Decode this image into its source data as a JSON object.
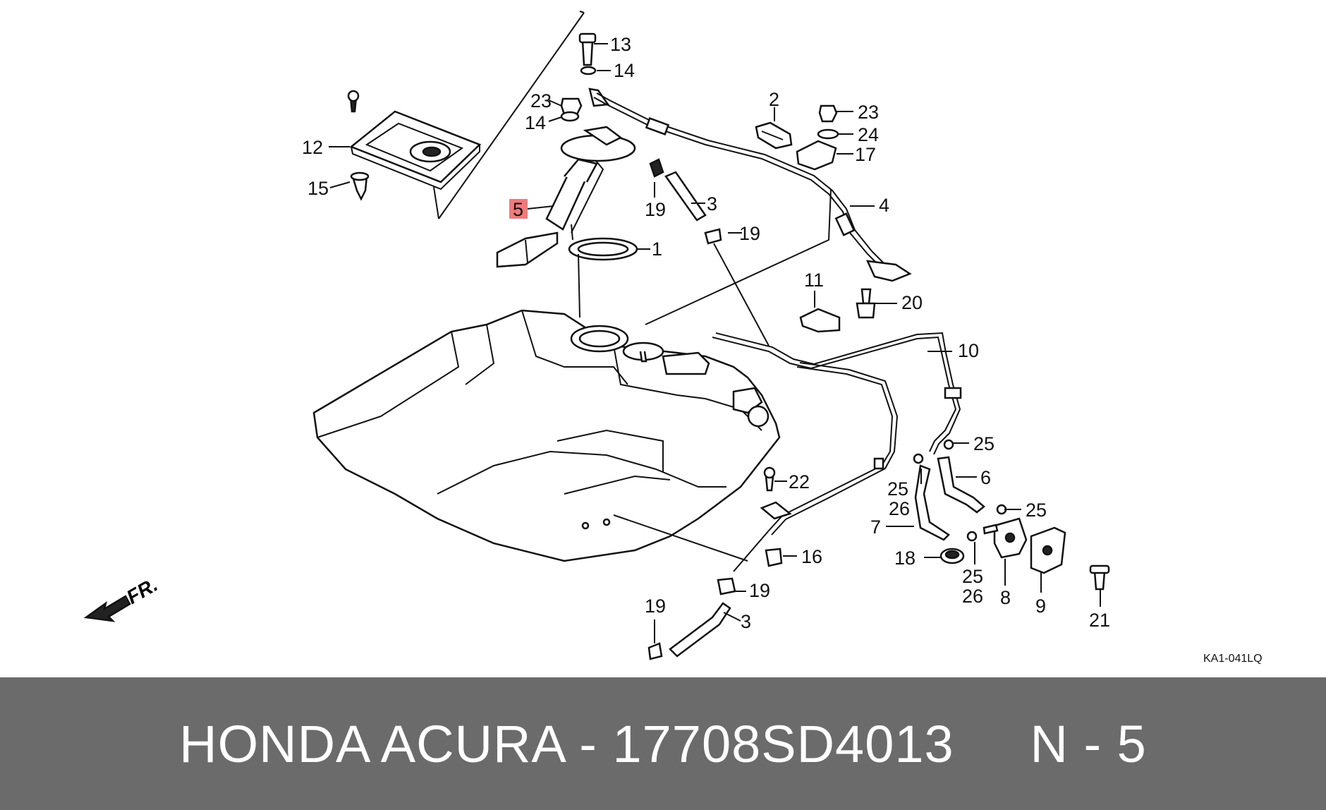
{
  "diagram": {
    "callouts": [
      {
        "id": "c13",
        "text": "13"
      },
      {
        "id": "c14a",
        "text": "14"
      },
      {
        "id": "c23a",
        "text": "23"
      },
      {
        "id": "c14b",
        "text": "14"
      },
      {
        "id": "c2",
        "text": "2"
      },
      {
        "id": "c23b",
        "text": "23"
      },
      {
        "id": "c24",
        "text": "24"
      },
      {
        "id": "c17",
        "text": "17"
      },
      {
        "id": "c12",
        "text": "12"
      },
      {
        "id": "c15",
        "text": "15"
      },
      {
        "id": "c5",
        "text": "5",
        "highlight": true
      },
      {
        "id": "c19a",
        "text": "19"
      },
      {
        "id": "c3a",
        "text": "3"
      },
      {
        "id": "c4",
        "text": "4"
      },
      {
        "id": "c19b",
        "text": "19"
      },
      {
        "id": "c1",
        "text": "1"
      },
      {
        "id": "c11",
        "text": "11"
      },
      {
        "id": "c20",
        "text": "20"
      },
      {
        "id": "c10",
        "text": "10"
      },
      {
        "id": "c25a",
        "text": "25"
      },
      {
        "id": "c6",
        "text": "6"
      },
      {
        "id": "c22",
        "text": "22"
      },
      {
        "id": "c25b",
        "text": "25"
      },
      {
        "id": "c26a",
        "text": "26"
      },
      {
        "id": "c25c",
        "text": "25"
      },
      {
        "id": "c7",
        "text": "7"
      },
      {
        "id": "c16",
        "text": "16"
      },
      {
        "id": "c18",
        "text": "18"
      },
      {
        "id": "c25d",
        "text": "25"
      },
      {
        "id": "c26b",
        "text": "26"
      },
      {
        "id": "c8",
        "text": "8"
      },
      {
        "id": "c9",
        "text": "9"
      },
      {
        "id": "c21",
        "text": "21"
      },
      {
        "id": "c19c",
        "text": "19"
      },
      {
        "id": "c19d",
        "text": "19"
      },
      {
        "id": "c3b",
        "text": "3"
      }
    ],
    "front_marker": "FR.",
    "diagram_code": "KA1-041LQ",
    "highlight_color": "#f07a7a"
  },
  "footer": {
    "text": "HONDA ACURA - 17708SD4013     N - 5",
    "background": "#6b6b6b",
    "text_color": "#ffffff"
  }
}
